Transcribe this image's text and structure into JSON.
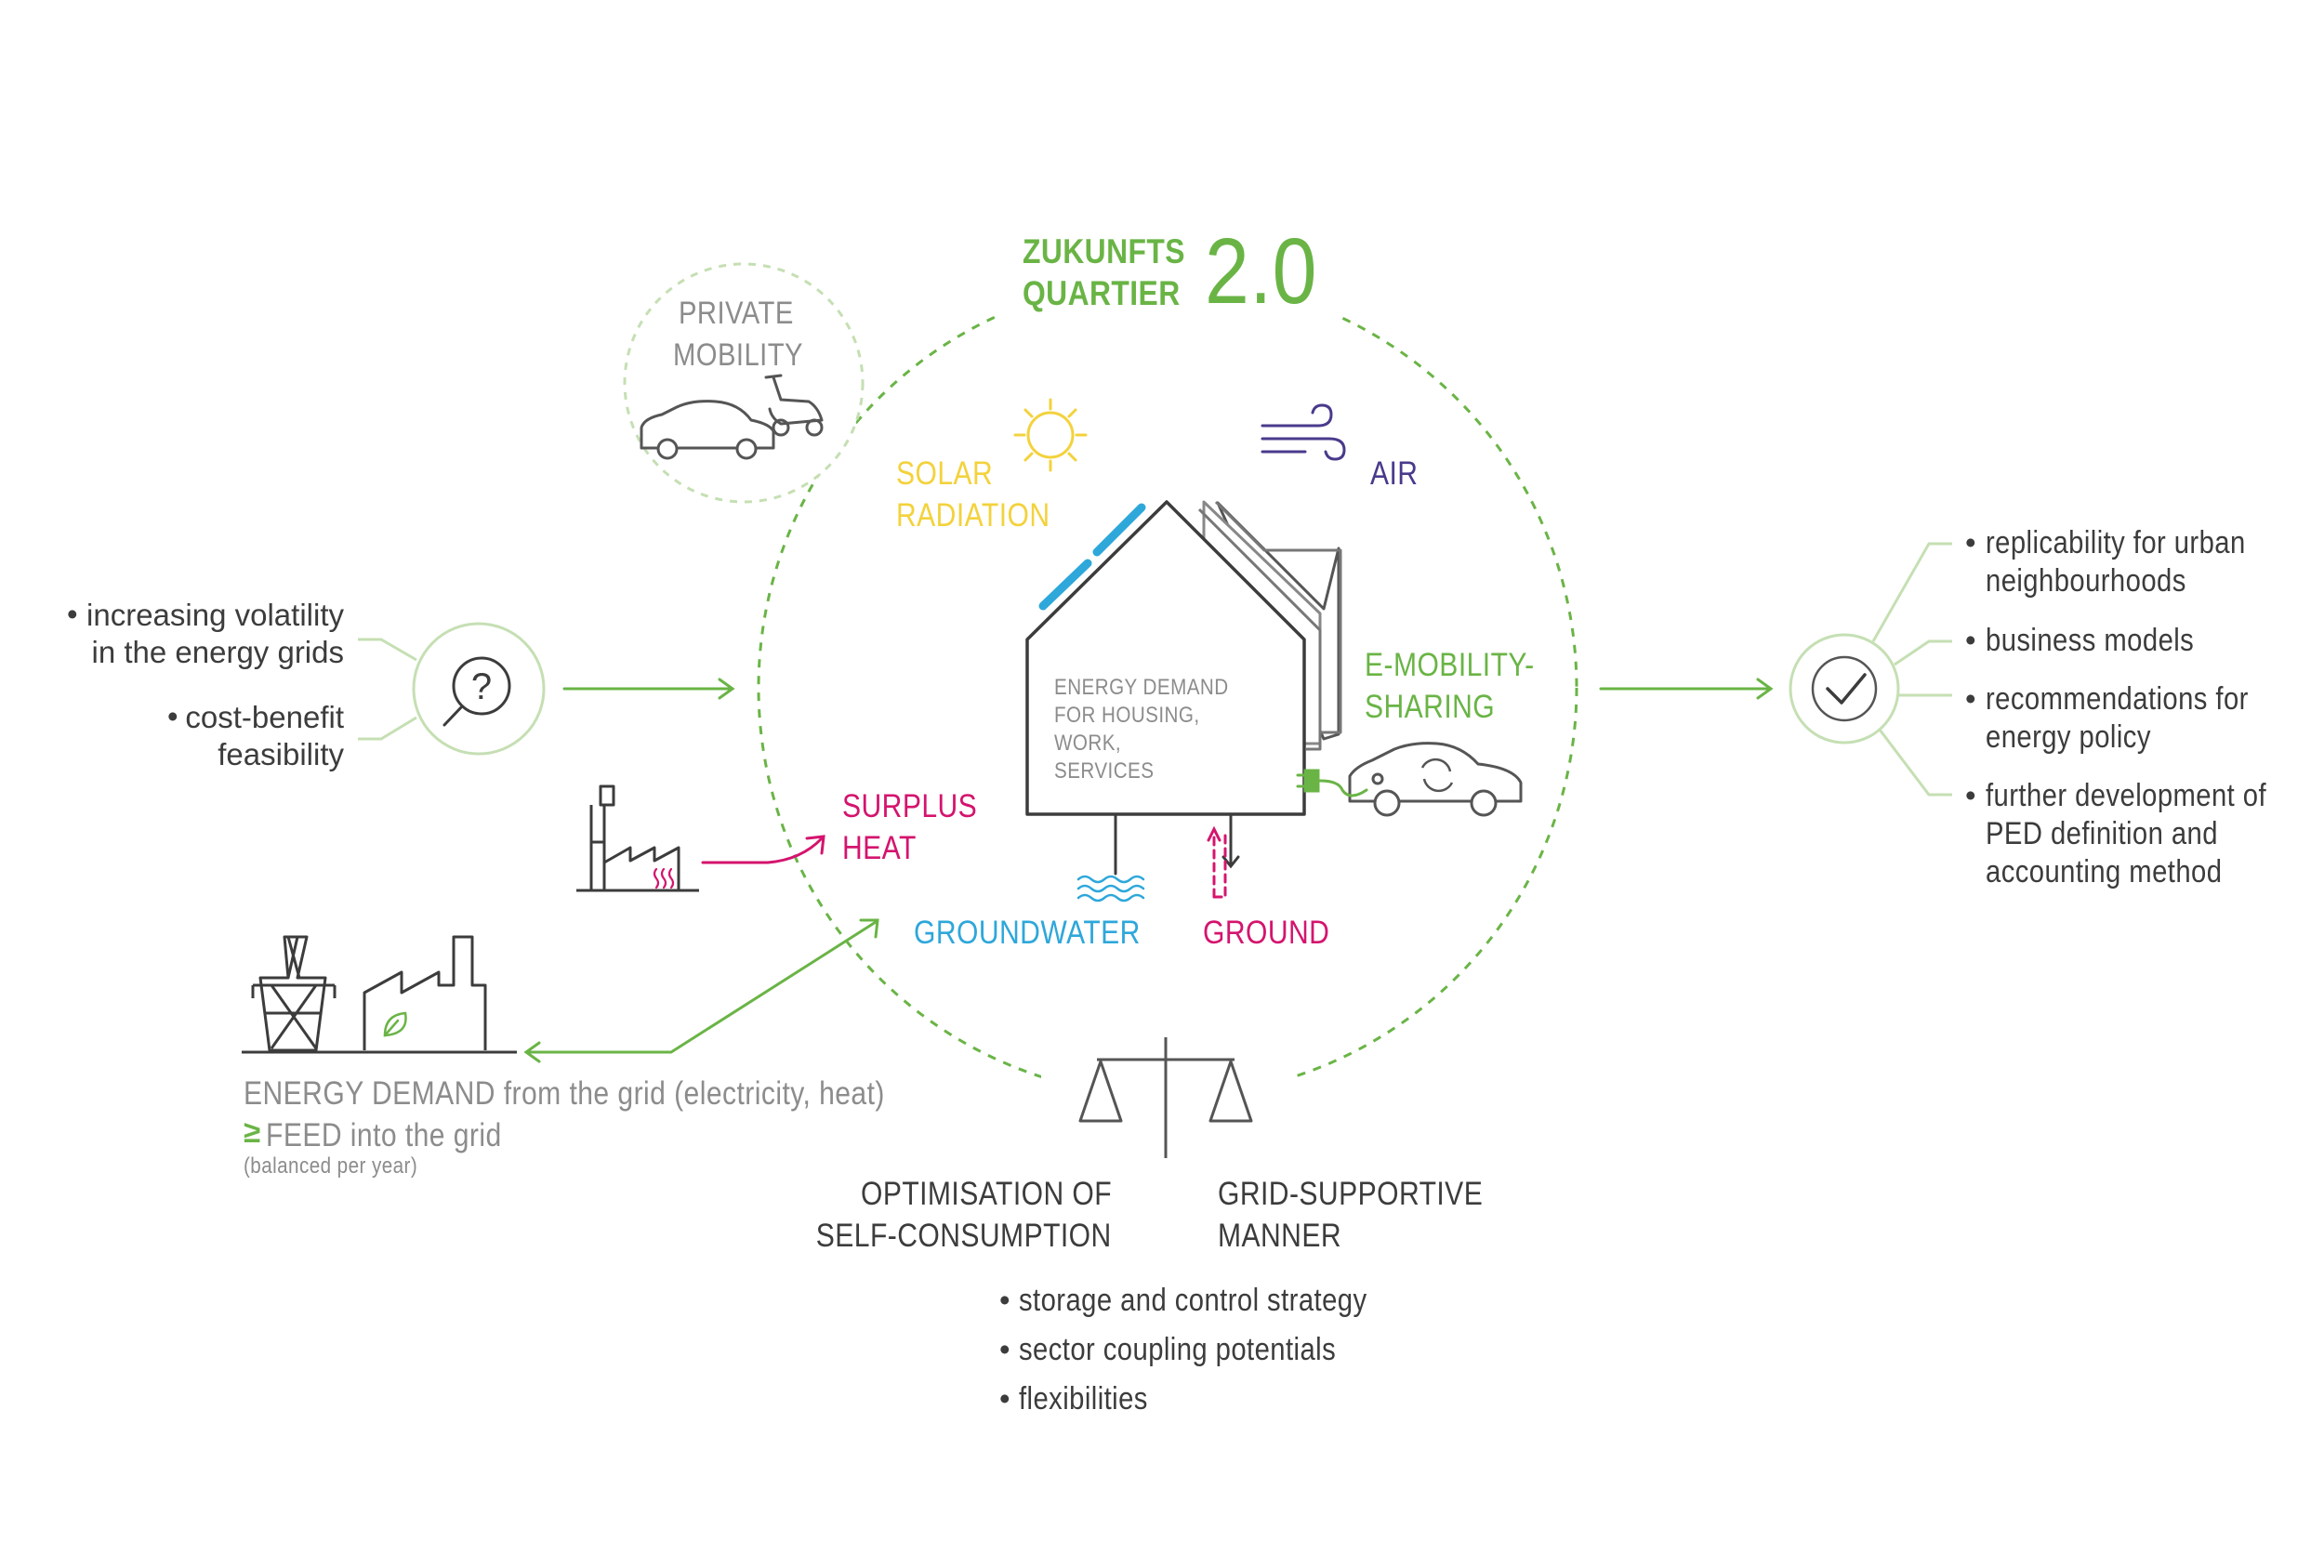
{
  "title": {
    "line1": "ZUKUNFTS",
    "line2": "QUARTIER",
    "version": "2.0"
  },
  "left_challenges": [
    {
      "line1": "increasing volatility",
      "line2": "in the energy grids"
    },
    {
      "line1": "cost-benefit",
      "line2": "feasibility"
    }
  ],
  "private_mobility": {
    "line1": "PRIVATE",
    "line2": "MOBILITY"
  },
  "solar": {
    "line1": "SOLAR",
    "line2": "RADIATION"
  },
  "air": "AIR",
  "emobility": {
    "line1": "E-MOBILITY-",
    "line2": "SHARING"
  },
  "house": {
    "line1": "ENERGY DEMAND",
    "line2": "FOR HOUSING,",
    "line3": "WORK,",
    "line4": "SERVICES"
  },
  "surplus_heat": {
    "line1": "SURPLUS",
    "line2": "HEAT"
  },
  "groundwater": "GROUNDWATER",
  "ground": "GROUND",
  "grid": {
    "line1": "ENERGY DEMAND from the grid (electricity, heat)",
    "geq": "≥",
    "line2": "FEED into the grid",
    "line3": "(balanced per year)"
  },
  "optimisation": {
    "line1": "OPTIMISATION OF",
    "line2": "SELF-CONSUMPTION"
  },
  "grid_supportive": {
    "line1": "GRID-SUPPORTIVE",
    "line2": "MANNER"
  },
  "strategies": [
    "storage and control strategy",
    "sector coupling potentials",
    "flexibilities"
  ],
  "outcomes": [
    {
      "line1": "replicability for urban",
      "line2": "neighbourhoods"
    },
    {
      "line1": "business models"
    },
    {
      "line1": "recommendations for",
      "line2": "energy policy"
    },
    {
      "line1": "further development of",
      "line2": "PED definition and",
      "line3": "accounting method"
    }
  ],
  "colors": {
    "green": "#6ab446",
    "light_green": "#c5dfb3",
    "grey_text": "#8c8c8c",
    "dark_text": "#3c3c3c",
    "line_grey": "#555555",
    "yellow": "#f3d23c",
    "purple": "#4a3a8c",
    "magenta": "#d4146e",
    "blue": "#2ea7da"
  },
  "icons": [
    "question-magnifier-icon",
    "checkmark-icon",
    "car-icon",
    "scooter-icon",
    "sun-icon",
    "wind-icon",
    "house-icon",
    "solar-panel-icon",
    "factory-icon",
    "pylon-icon",
    "green-factory-icon",
    "water-waves-icon",
    "ground-arrows-icon",
    "e-car-icon",
    "plug-icon",
    "balance-scale-icon",
    "arrow-icon"
  ]
}
